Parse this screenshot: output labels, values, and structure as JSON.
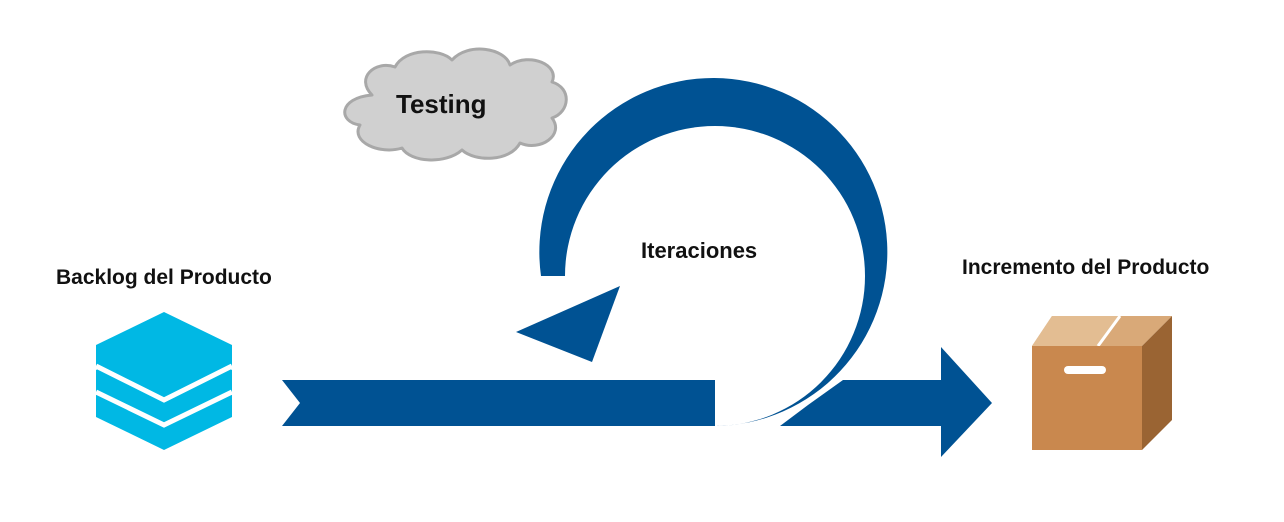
{
  "diagram": {
    "backlog_label": "Backlog del Producto",
    "increment_label": "Incremento del Producto",
    "iterations_label": "Iteraciones",
    "testing_label": "Testing"
  },
  "colors": {
    "arrow": "#005293",
    "backlog_stack": "#00b8e4",
    "cloud_fill": "#d0d0d0",
    "cloud_stroke": "#a8a8a8",
    "box_front": "#c9884e",
    "box_side": "#9a6433",
    "box_top": "#d9a978",
    "box_flap": "#e3bd92"
  },
  "icons": {
    "backlog": "layered-stack-icon",
    "increment": "cardboard-box-icon",
    "testing": "cloud-icon",
    "iterations": "loop-arrow-icon"
  }
}
